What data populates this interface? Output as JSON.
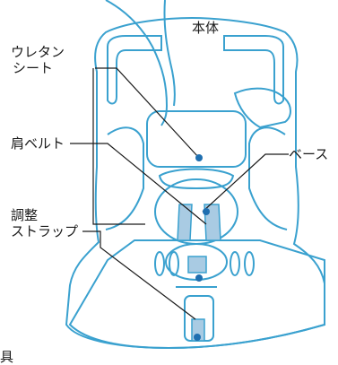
{
  "labels": {
    "body": "本体",
    "urethane_line1": "ウレタン",
    "urethane_line2": "シート",
    "shoulder_belt": "肩ベルト",
    "base": "ベース",
    "adjust_line1": "調整",
    "adjust_line2": "ストラップ",
    "cut_off_char": "具"
  },
  "colors": {
    "outline": "#3aa1cf",
    "strap": "#a9cbe3",
    "leader": "#1a1a1a",
    "marker": "#1f6fb0"
  }
}
